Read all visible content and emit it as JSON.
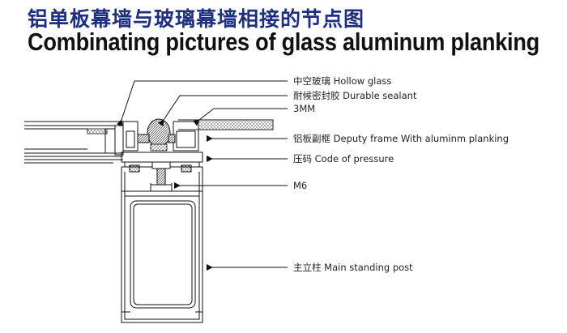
{
  "title_cn": "铝单板幕墙与玻璃幕墙相接的节点图",
  "title_en": "Combinating pictures of glass aluminum planking",
  "labels": {
    "hollow_glass": "中空玻璃 Hollow  glass",
    "durable_sealant": "耐候密封胶  Durable sealant",
    "thickness_3mm": "3MM",
    "deputy_frame": "铝板副框  Deputy frame With aluminm planking",
    "pressure_code": "压码  Code of pressure",
    "m6": "M6",
    "main_post": "主立柱 Main standing post"
  },
  "colors": {
    "title_cn": "#1e2f80",
    "title_en": "#111111",
    "line": "#111111"
  }
}
